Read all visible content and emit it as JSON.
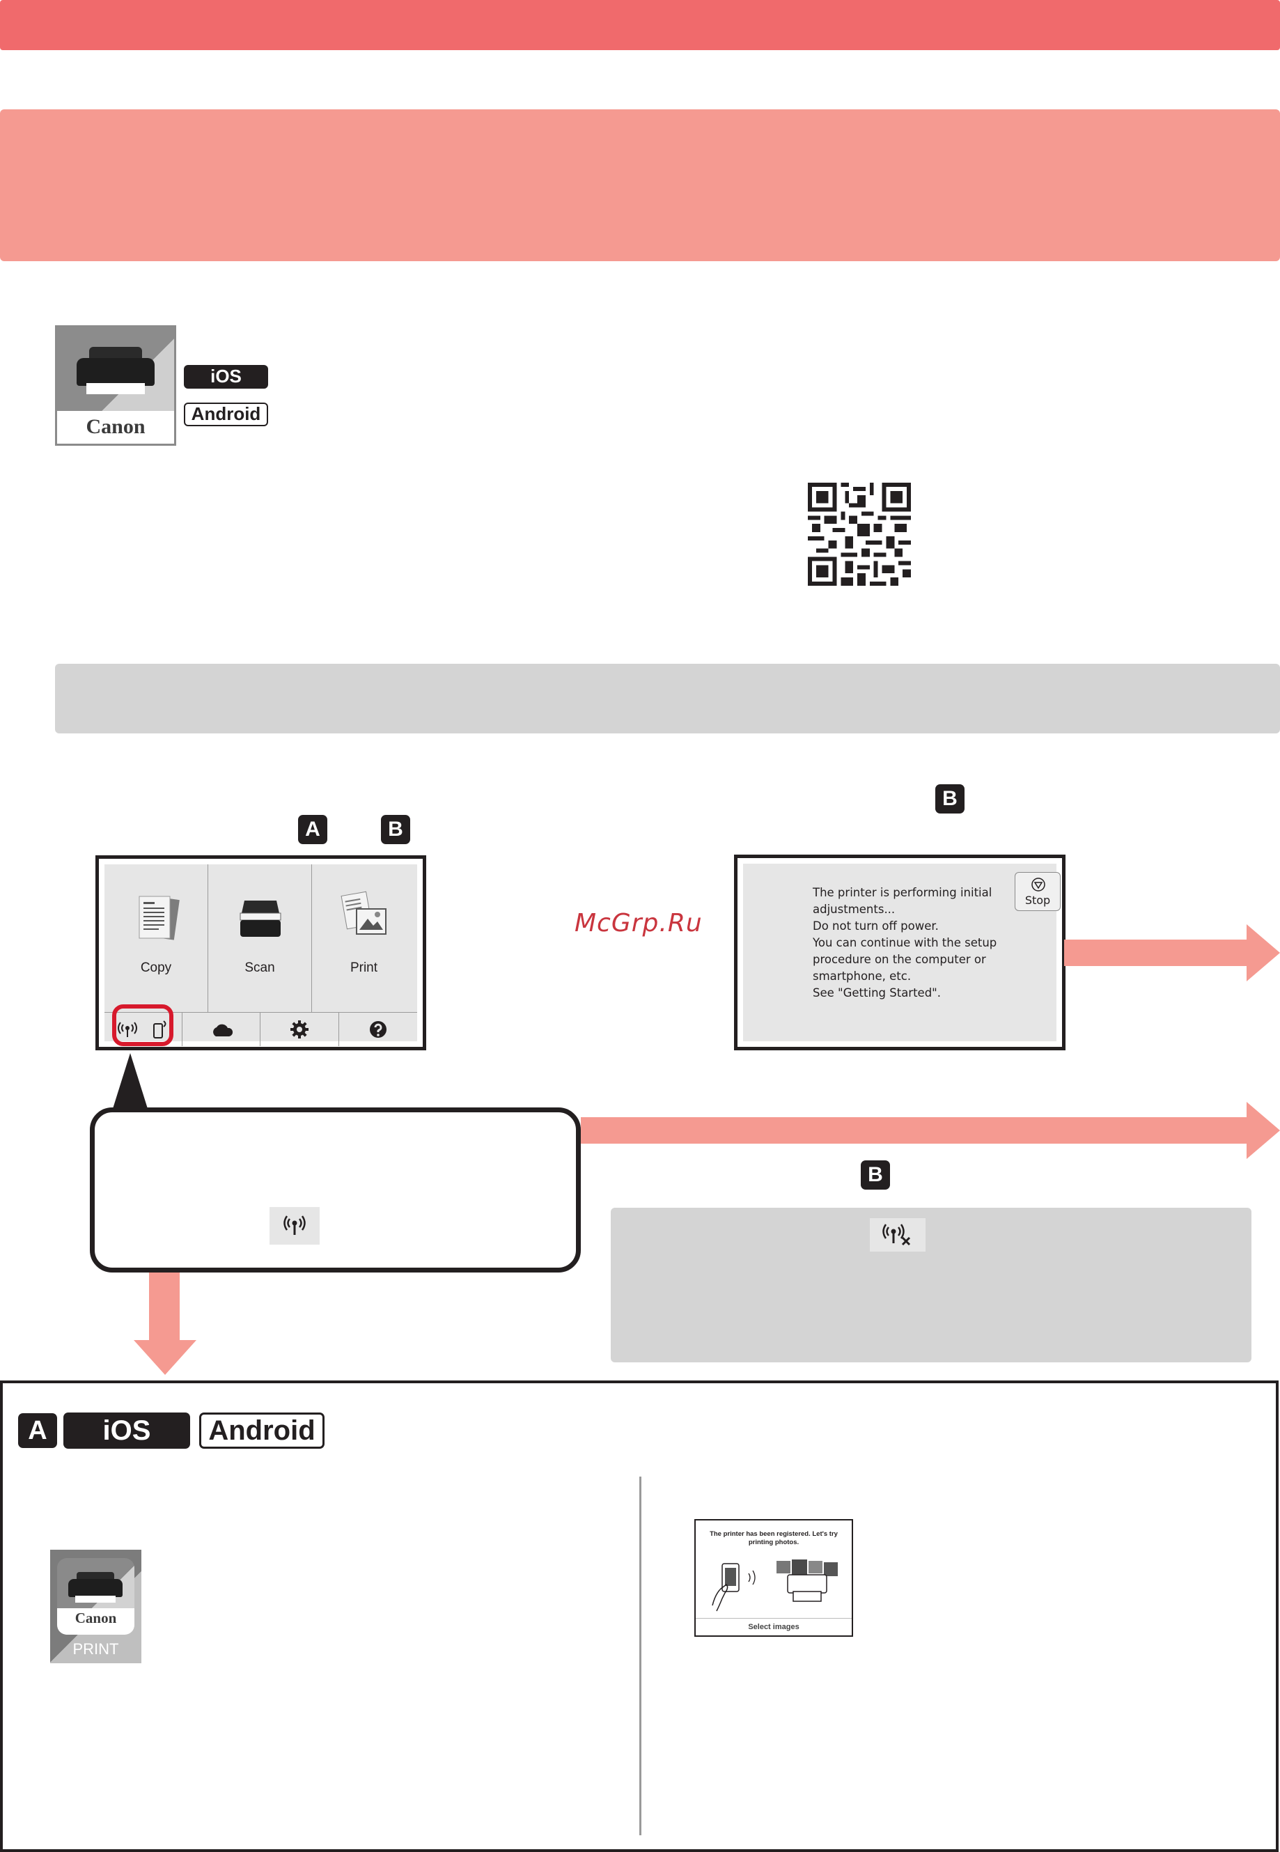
{
  "app": {
    "brand": "Canon",
    "badges": {
      "ios": "iOS",
      "android": "Android"
    }
  },
  "step_badges": {
    "a": "A",
    "b": "B"
  },
  "home_screen": {
    "tiles": [
      {
        "label": "Copy",
        "icon": "copy-icon"
      },
      {
        "label": "Scan",
        "icon": "scan-icon"
      },
      {
        "label": "Print",
        "icon": "print-icon"
      }
    ],
    "bottom_icons": [
      "wireless-icon",
      "smartphone-icon",
      "cloud-icon",
      "gear-icon",
      "help-icon"
    ]
  },
  "adjust_screen": {
    "message_lines": [
      "The printer is performing initial",
      "adjustments...",
      "Do not turn off power.",
      "You can continue with the setup",
      "procedure on the computer or",
      "smartphone, etc.",
      "See \"Getting Started\"."
    ],
    "stop_label": "Stop"
  },
  "watermark": "McGrp.Ru",
  "section_a": {
    "badges": {
      "letter": "A",
      "ios": "iOS",
      "android": "Android"
    },
    "print_app": {
      "brand": "Canon",
      "label": "PRINT"
    },
    "phone_screen": {
      "title_line1": "The printer has been registered. Let's try",
      "title_line2": "printing photos.",
      "footer": "Select images"
    }
  },
  "colors": {
    "top_bar": "#f06a6c",
    "title_band": "#f59a91",
    "arrow": "#f59a91",
    "gray_band": "#d4d4d4",
    "highlight": "#d7192c",
    "ink": "#231f20"
  }
}
